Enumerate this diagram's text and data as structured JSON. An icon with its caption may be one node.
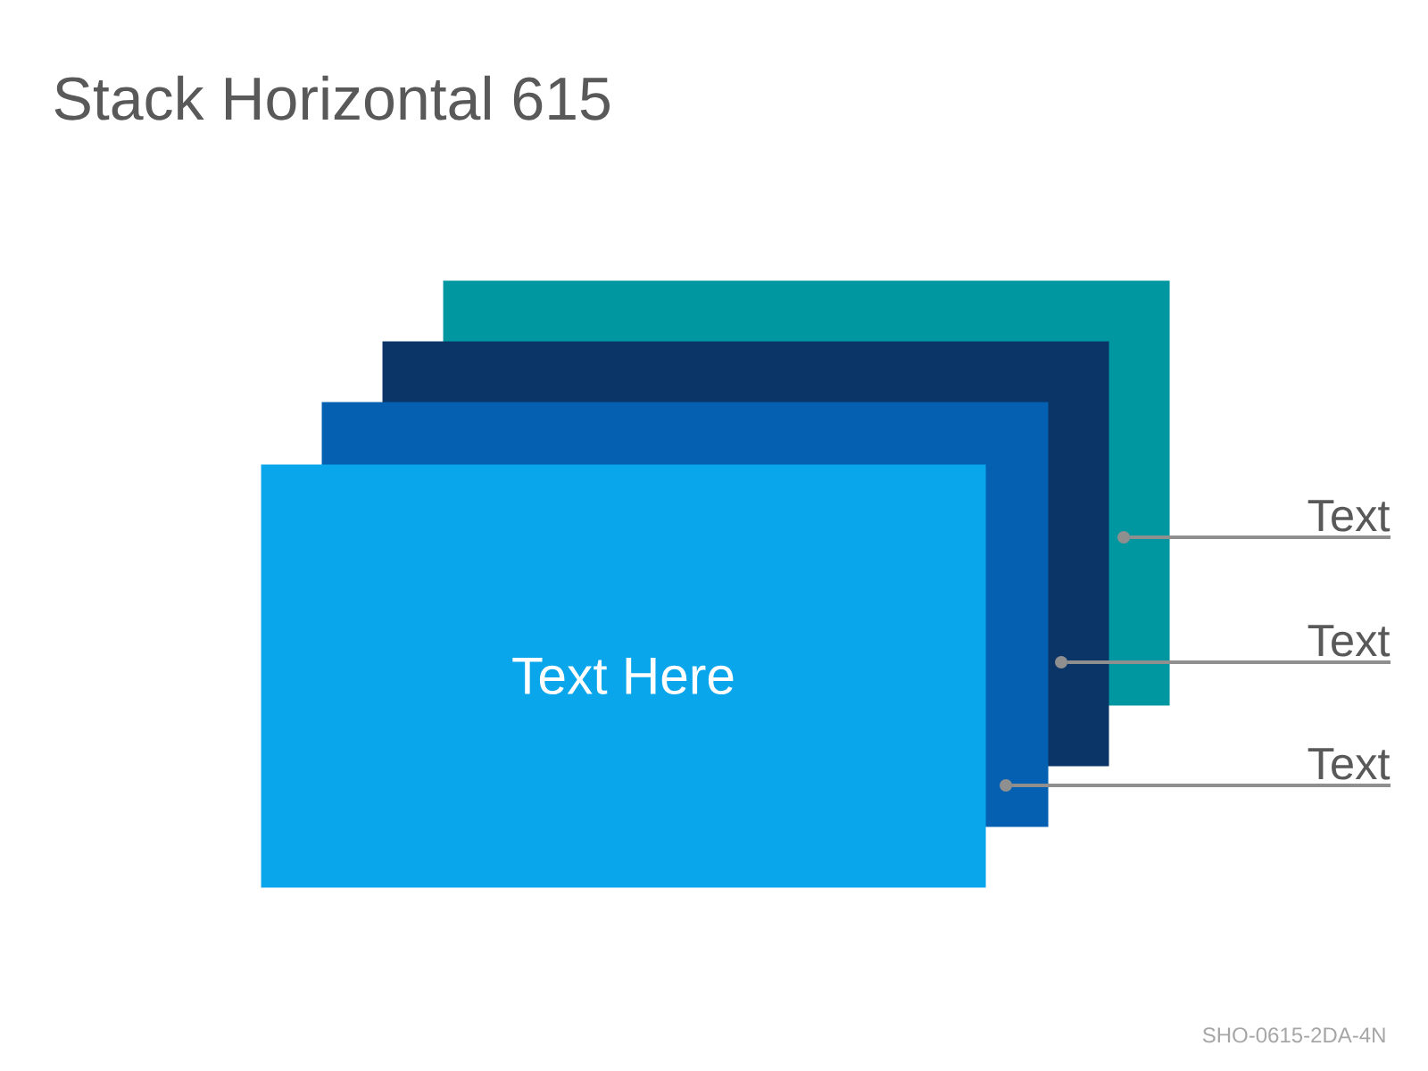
{
  "diagram": {
    "title": "Stack Horizontal 615",
    "nodes": [
      {
        "text": [],
        "shape": "box"
      },
      {
        "text": [],
        "shape": "box"
      },
      {
        "text": [],
        "shape": "box"
      },
      {
        "text": [
          "Text Here"
        ]
      },
      {
        "text": [
          "Text"
        ]
      },
      {
        "text": [
          "Text"
        ]
      },
      {
        "text": [
          "Text"
        ]
      }
    ],
    "edges": [
      {
        "from": 4,
        "to": 0,
        "arrow": "other"
      },
      {
        "from": 5,
        "to": 1,
        "arrow": "other"
      },
      {
        "from": 6,
        "to": 2,
        "arrow": "other"
      }
    ],
    "labels": [
      "SHO-0615-2DA-4N"
    ]
  }
}
